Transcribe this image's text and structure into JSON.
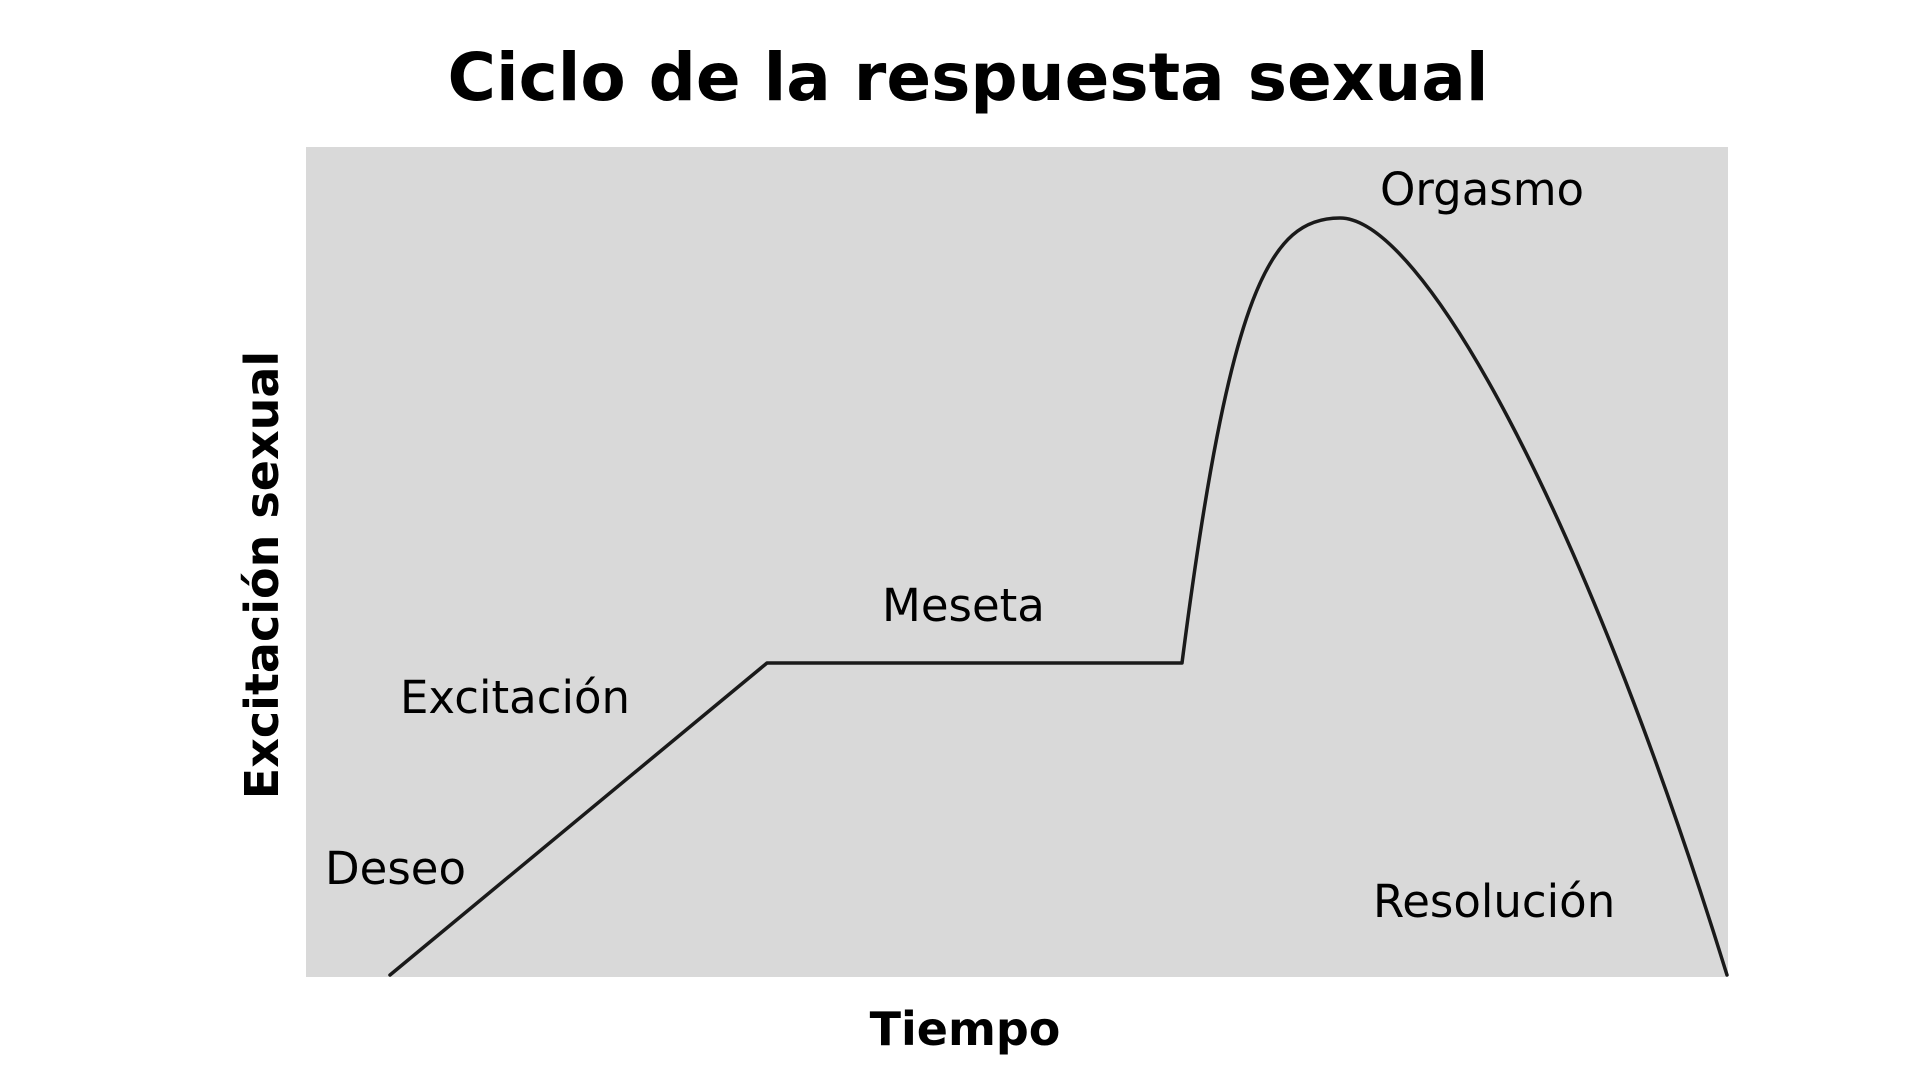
{
  "title": "Ciclo de la respuesta sexual",
  "x_axis_label": "Tiempo",
  "y_axis_label": "Excitación sexual",
  "phases": {
    "deseo": "Deseo",
    "excitacion": "Excitación",
    "meseta": "Meseta",
    "orgasmo": "Orgasmo",
    "resolucion": "Resolución"
  },
  "colors": {
    "background": "#ffffff",
    "plot_area": "#d9d9d9",
    "curve": "#1a1a1a",
    "text": "#000000"
  }
}
